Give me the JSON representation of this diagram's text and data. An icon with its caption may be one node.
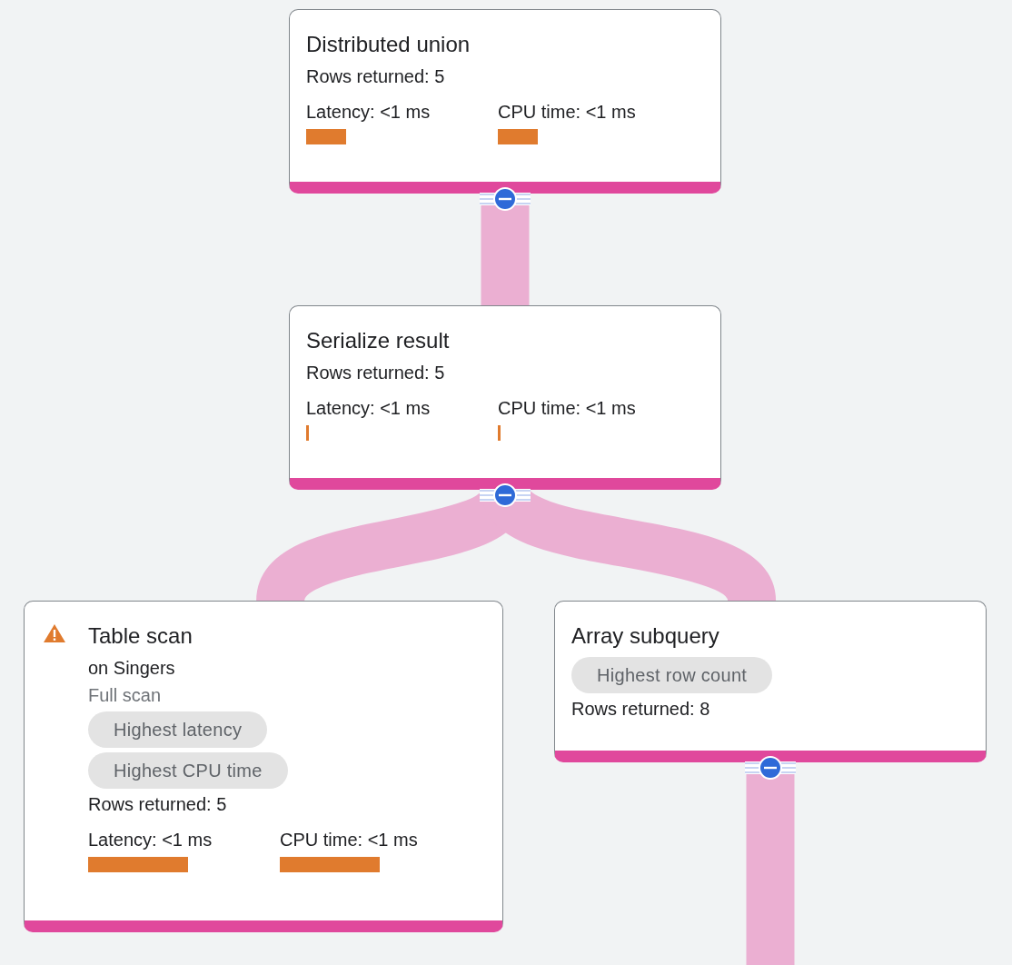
{
  "diagram": {
    "nodes": [
      {
        "text": [
          "Distributed union",
          "Rows returned: 5",
          "Latency: <1 ms",
          "CPU time: <1 ms"
        ]
      },
      {
        "text": [],
        "shape": "bar",
        "in": 0
      },
      {
        "text": [],
        "shape": "bar",
        "in": 0
      },
      {
        "text": [
          "Serialize result",
          "Rows returned: 5",
          "Latency: <1 ms",
          "CPU time: <1 ms"
        ]
      },
      {
        "text": [],
        "shape": "bar",
        "in": 3
      },
      {
        "text": [],
        "shape": "bar",
        "in": 3
      },
      {
        "text": [
          "Table scan",
          "on Singers",
          "Full scan",
          "Highest latency",
          "Highest CPU time",
          "Rows returned: 5",
          "Latency: <1 ms",
          "CPU time: <1 ms"
        ]
      },
      {
        "text": [],
        "shape": "bar",
        "in": 6
      },
      {
        "text": [],
        "shape": "bar",
        "in": 6
      },
      {
        "text": [
          "Array subquery",
          "Highest row count",
          "Rows returned: 8"
        ]
      }
    ],
    "edges": [
      {
        "from": 0,
        "to": 3,
        "arrow": "none"
      },
      {
        "from": 3,
        "to": 6,
        "arrow": "none"
      },
      {
        "from": 3,
        "to": 9,
        "arrow": "none"
      },
      {
        "from": 9,
        "to": null,
        "arrow": "none"
      }
    ]
  }
}
